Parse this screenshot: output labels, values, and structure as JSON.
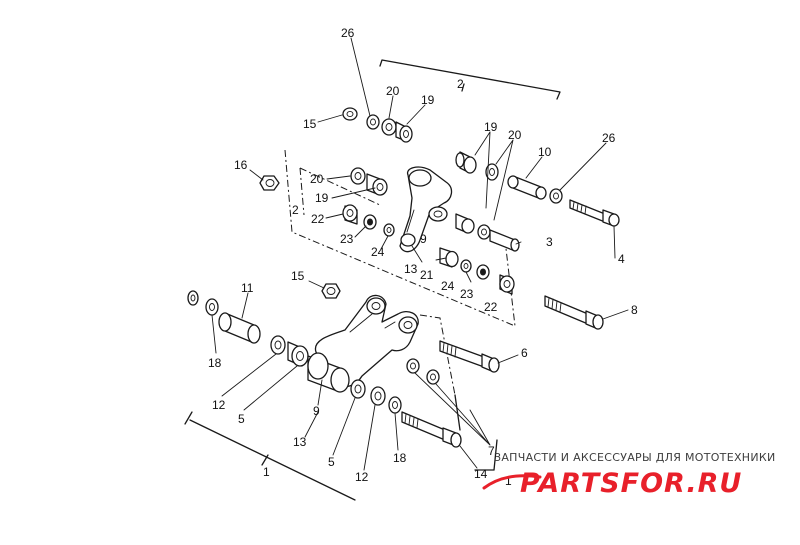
{
  "diagram": {
    "callouts": {
      "c26top": "26",
      "c2top": "2",
      "c20a": "20",
      "c19a": "19",
      "c15a": "15",
      "c19b": "19",
      "c20b": "20",
      "c10": "10",
      "c26b": "26",
      "c16": "16",
      "c20c": "20",
      "c19c": "19",
      "c2left": "2",
      "c22a": "22",
      "c23a": "23",
      "c24a": "24",
      "c9a": "9",
      "c13a": "13",
      "c21": "21",
      "c3": "3",
      "c4": "4",
      "c24b": "24",
      "c23b": "23",
      "c22b": "22",
      "c15b": "15",
      "c11": "11",
      "c8": "8",
      "c18a": "18",
      "c12a": "12",
      "c5a": "5",
      "c6": "6",
      "c9b": "9",
      "c13b": "13",
      "c5b": "5",
      "c12b": "12",
      "c18b": "18",
      "c7": "7",
      "c14": "14",
      "c1bottom": "1",
      "c1right": "1"
    }
  },
  "watermark": {
    "tagline": "ЗАПЧАСТИ И АКСЕССУАРЫ ДЛЯ МОТОТЕХНИКИ",
    "logo": "PARTSFOR.RU",
    "brand_color": "#e8202a"
  }
}
